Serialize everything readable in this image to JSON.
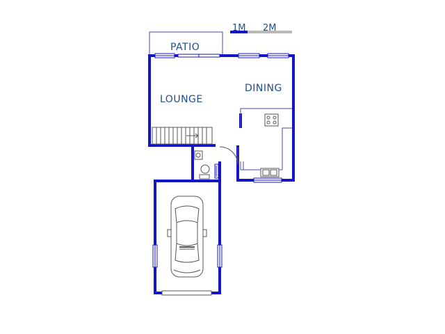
{
  "scale_bar": {
    "label_1": "1M",
    "label_2": "2M"
  },
  "rooms": {
    "patio": "PATIO",
    "lounge": "LOUNGE",
    "dining": "DINING"
  },
  "colors": {
    "wall": "#1414c8",
    "thin_line": "#4a4ab8",
    "label": "#1f4e8c",
    "fixture": "#555555",
    "scale_light": "#b8b8b8"
  }
}
